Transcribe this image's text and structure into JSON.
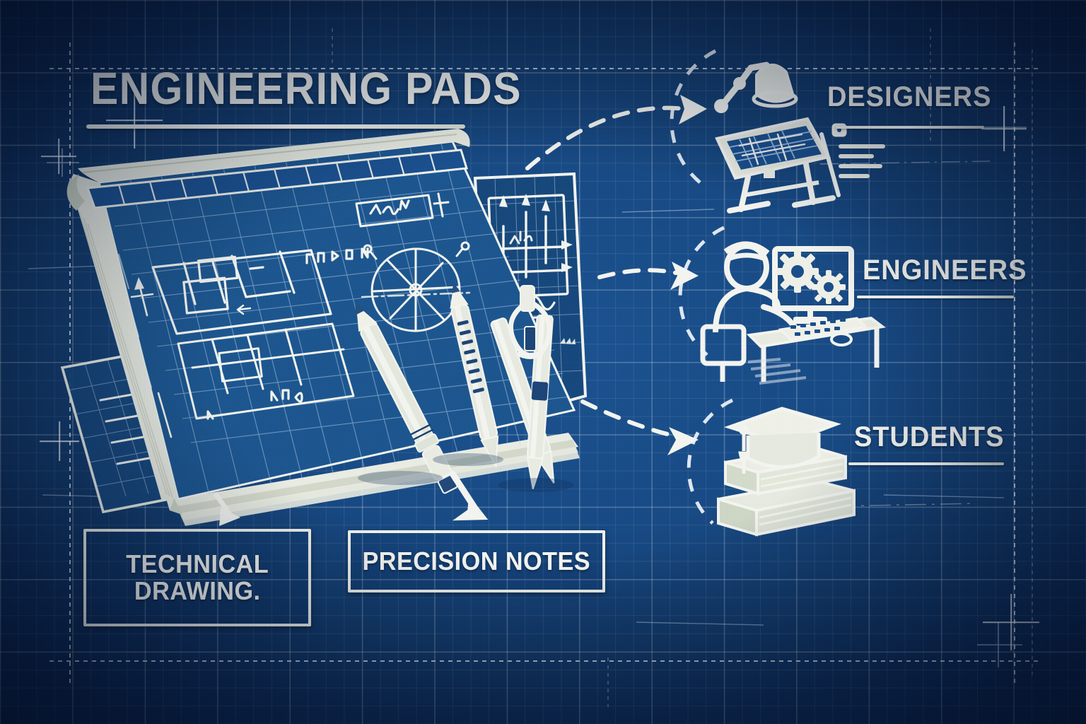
{
  "theme": {
    "background_deep": "#09224a",
    "background_mid": "#184a84",
    "background_light": "#1b5391",
    "ink": "#f3f4ef",
    "paper": "#e9ece2"
  },
  "header": {
    "title": "ENGINEERING PADS"
  },
  "audiences": [
    {
      "id": "designers",
      "label": "DESIGNERS",
      "icon": "drafting-table-icon"
    },
    {
      "id": "engineers",
      "label": "ENGINEERS",
      "icon": "engineer-at-computer-icon"
    },
    {
      "id": "students",
      "label": "STUDENTS",
      "icon": "graduation-cap-books-icon"
    }
  ],
  "tags": [
    {
      "id": "technical-drawing",
      "lines": [
        "TECHNICAL",
        "DRAWING."
      ]
    },
    {
      "id": "precision-notes",
      "lines": [
        "PRECISION NOTES"
      ]
    }
  ],
  "illustration": {
    "name": "engineering-pad-with-drafting-tools",
    "items": [
      "rolled-engineering-pad",
      "loose-blueprint-sheet",
      "underlying-sheet",
      "mechanical-pencil",
      "drafting-pen",
      "drafting-compass"
    ]
  },
  "connectors": [
    {
      "id": "arrow-to-designers",
      "style": "dashed-curved-arrow"
    },
    {
      "id": "arrow-to-engineers",
      "style": "dashed-curved-arrow"
    },
    {
      "id": "arrow-to-students",
      "style": "dashed-curved-arrow"
    },
    {
      "id": "arrow-to-precision-notes",
      "style": "solid-diagonal-arrow"
    },
    {
      "id": "arrow-to-technical-drawing",
      "style": "short-diagonal-arrow"
    }
  ]
}
